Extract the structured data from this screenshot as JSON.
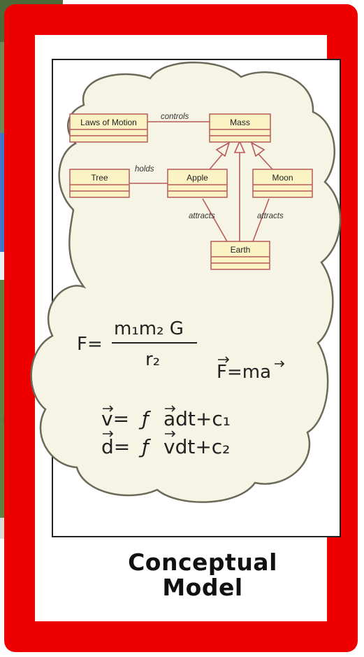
{
  "diagram": {
    "classes": {
      "laws": "Laws of Motion",
      "mass": "Mass",
      "tree": "Tree",
      "apple": "Apple",
      "moon": "Moon",
      "earth": "Earth"
    },
    "relations": {
      "controls": "controls",
      "holds": "holds",
      "attracts_left": "attracts",
      "attracts_right": "attracts"
    }
  },
  "equations": {
    "gravity": {
      "lhs": "F=",
      "numerator": "m₁m₂ G",
      "denominator": "r₂"
    },
    "newton": "F=ma",
    "velocity": {
      "lhs": "v=",
      "integral": "ƒ",
      "rhs": "adt+c₁"
    },
    "displacement": {
      "lhs": "d=",
      "integral": "ƒ",
      "rhs": "vdt+c₂"
    }
  },
  "caption": {
    "line1": "Conceptual",
    "line2": "Model"
  },
  "colors": {
    "frame": "#ee0000",
    "class_fill": "#fbf3c4",
    "class_border": "#b85a5a",
    "cloud_fill": "#f6f4e4"
  }
}
